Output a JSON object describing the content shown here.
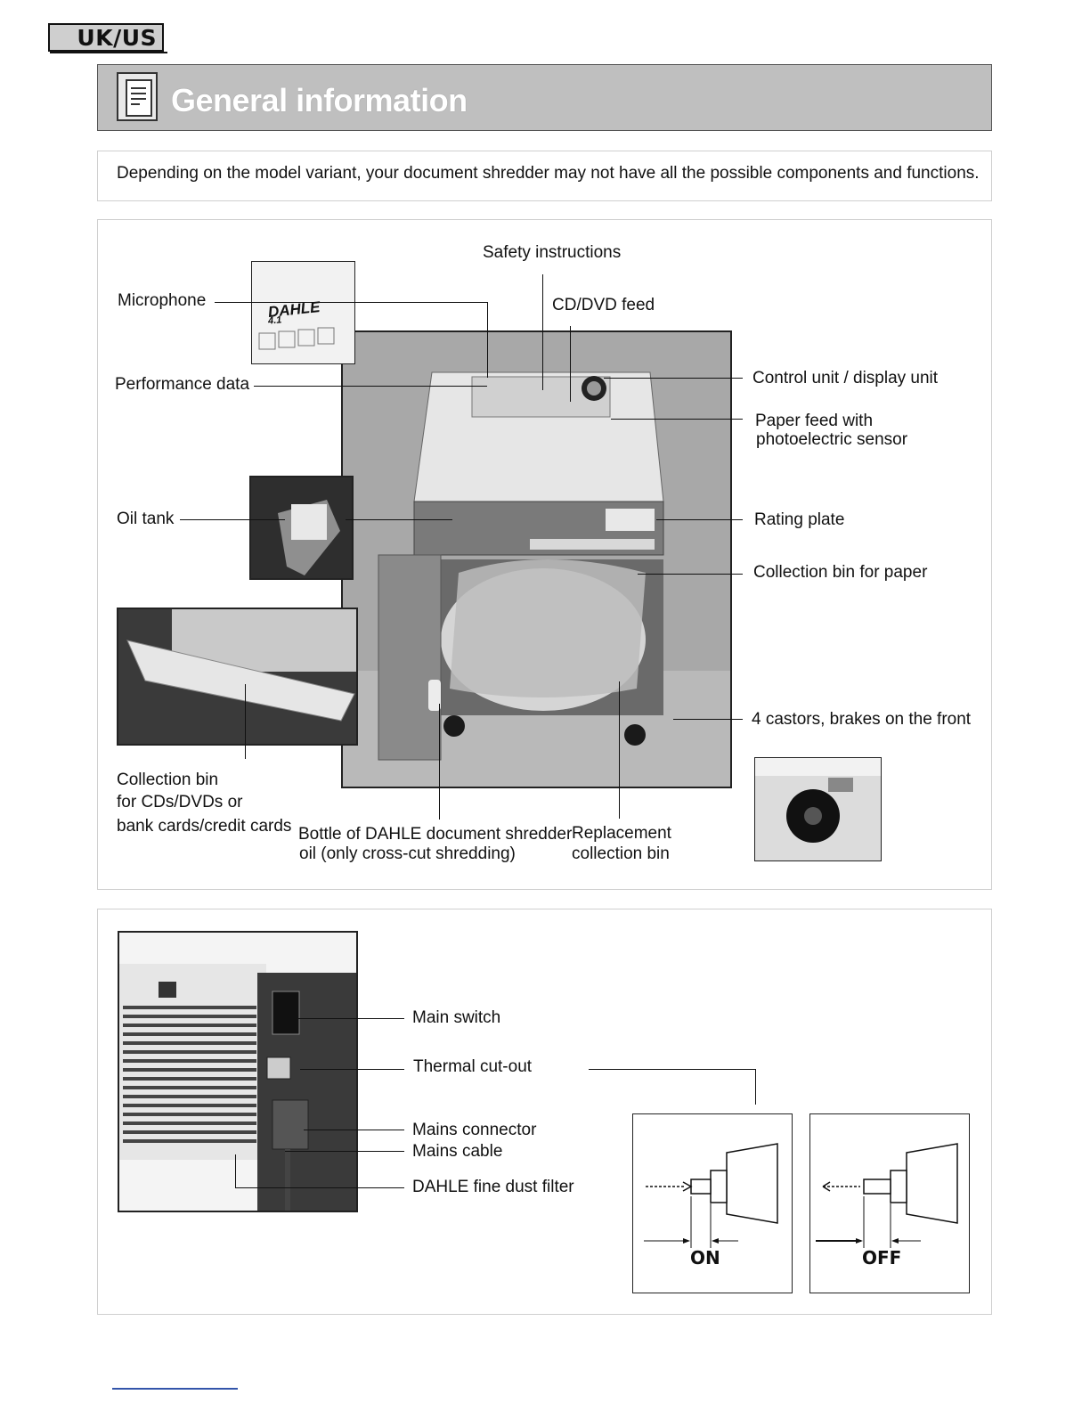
{
  "lang_tag": "UK/US",
  "header": {
    "title": "General information",
    "icon": "document-icon"
  },
  "intro": "Depending on the model variant, your document shredder may not have all the possible components and functions.",
  "overview": {
    "labels": {
      "safety": "Safety instructions",
      "microphone": "Microphone",
      "cd_feed": "CD/DVD feed",
      "performance": "Performance data",
      "control_unit": "Control unit / display unit",
      "paper_feed_1": "Paper feed with",
      "paper_feed_2": "photoelectric sensor",
      "oil_tank": "Oil tank",
      "rating_plate": "Rating plate",
      "collection_paper": "Collection bin for paper",
      "castors": "4 castors, brakes on the front",
      "cd_bin_1": "Collection bin",
      "cd_bin_2": "for CDs/DVDs or",
      "cd_bin_3": "bank cards/credit cards",
      "bottle_1": "Bottle of DAHLE document shredder",
      "bottle_2": "oil (only cross-cut shredding)",
      "replacement_1": "Replacement",
      "replacement_2": "collection bin"
    },
    "inset_brand": "DAHLE",
    "inset_model": "4.1"
  },
  "rear": {
    "labels": {
      "main_switch": "Main switch",
      "thermal": "Thermal cut-out",
      "mains_connector": "Mains connector",
      "mains_cable": "Mains cable",
      "dust_filter": "DAHLE fine dust filter"
    },
    "diagram_on": "ON",
    "diagram_off": "OFF"
  }
}
